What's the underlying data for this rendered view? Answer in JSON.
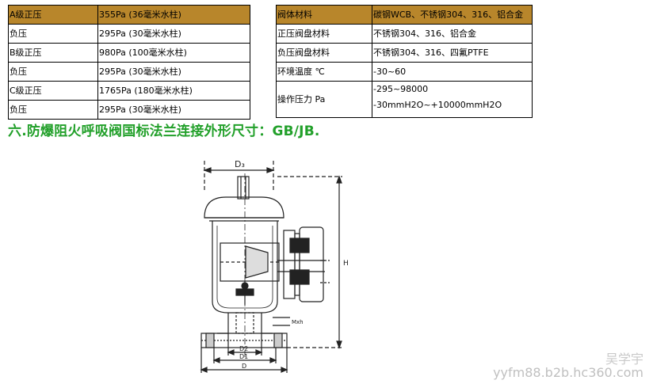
{
  "left_table": {
    "rows": [
      {
        "label": "A级正压",
        "value": "355Pa (36毫米水柱)",
        "highlight": true
      },
      {
        "label": "负压",
        "value": "295Pa (30毫米水柱)"
      },
      {
        "label": "B级正压",
        "value": "980Pa (100毫米水柱)"
      },
      {
        "label": "负压",
        "value": "295Pa (30毫米水柱)"
      },
      {
        "label": "C级正压",
        "value": "1765Pa (180毫米水柱)"
      },
      {
        "label": "负压",
        "value": "295Pa (30毫米水柱)"
      }
    ]
  },
  "right_table": {
    "rows": [
      {
        "label": "阀体材料",
        "value": "碳钢WCB、不锈钢304、316、铝合金",
        "highlight": true
      },
      {
        "label": "正压阀盘材料",
        "value": "不锈钢304、316、铝合金"
      },
      {
        "label": "负压阀盘材料",
        "value": "不锈钢304、316、四氟PTFE"
      },
      {
        "label": "环境温度 ℃",
        "value": "-30~60"
      },
      {
        "label": "操作压力 Pa",
        "value_line1": "-295~98000",
        "value_line2": "-30mmH2O~+10000mmH2O"
      }
    ]
  },
  "section_heading": "六.防爆阻火呼吸阀国标法兰连接外形尺寸：GB/JB.",
  "drawing_labels": {
    "d3": "D₃",
    "h": "H",
    "h_sub": "Mxh",
    "d2": "D2",
    "d1": "D1",
    "d": "D"
  },
  "watermark": {
    "name": "吴学宇",
    "site": "yyfm88.b2b.hc360.com"
  },
  "colors": {
    "header_highlight": "#b8862b",
    "heading_green": "#22a02a"
  }
}
